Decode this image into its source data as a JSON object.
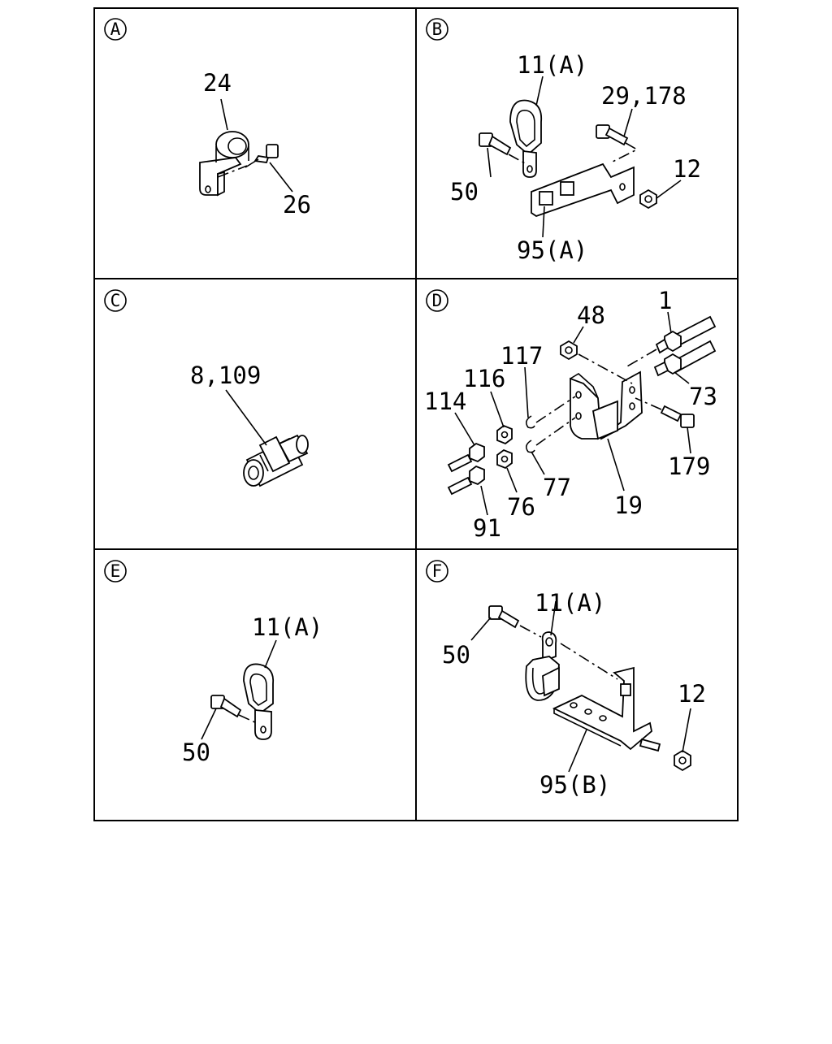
{
  "panels": {
    "a": {
      "letter": "A",
      "labels": [
        "24",
        "26"
      ]
    },
    "b": {
      "letter": "B",
      "labels": [
        "11(A)",
        "29,178",
        "12",
        "50",
        "95(A)"
      ]
    },
    "c": {
      "letter": "C",
      "labels": [
        "8,109"
      ]
    },
    "d": {
      "letter": "D",
      "labels": [
        "48",
        "1",
        "117",
        "116",
        "114",
        "73",
        "179",
        "77",
        "76",
        "19",
        "91"
      ]
    },
    "e": {
      "letter": "E",
      "labels": [
        "11(A)",
        "50"
      ]
    },
    "f": {
      "letter": "F",
      "labels": [
        "11(A)",
        "50",
        "12",
        "95(B)"
      ]
    }
  }
}
